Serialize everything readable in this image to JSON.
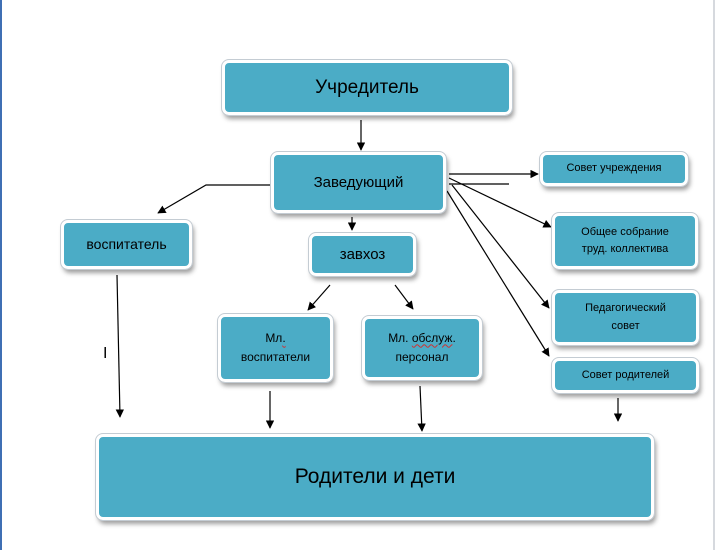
{
  "nodes": {
    "founder": "Учредитель",
    "head": "Заведующий",
    "institution_council": "Совет учреждения",
    "educator": "воспитатель",
    "supply_manager": "завхоз",
    "general_meeting": {
      "line1": "Общее собрание",
      "line2": "труд. коллектива"
    },
    "junior_educators": {
      "line1_prefix": "Мл",
      "line1_mark": ".",
      "line2": "воспитатели"
    },
    "junior_service_staff": {
      "line1_prefix": "Мл.",
      "line1_mark": "обслуж",
      "line1_suffix": ".",
      "line2": "персонал"
    },
    "pedagogical_council": {
      "line1": "Педагогический",
      "line2": "совет"
    },
    "parents_council": "Совет родителей",
    "parents_and_children": "Родители и дети"
  },
  "stray_mark": "I",
  "colors": {
    "node_fill": "#4bacc6",
    "node_border": "#ffffff",
    "connector": "#000000",
    "page_background": "#ffffff",
    "spellcheck_underline": "#d03030"
  }
}
